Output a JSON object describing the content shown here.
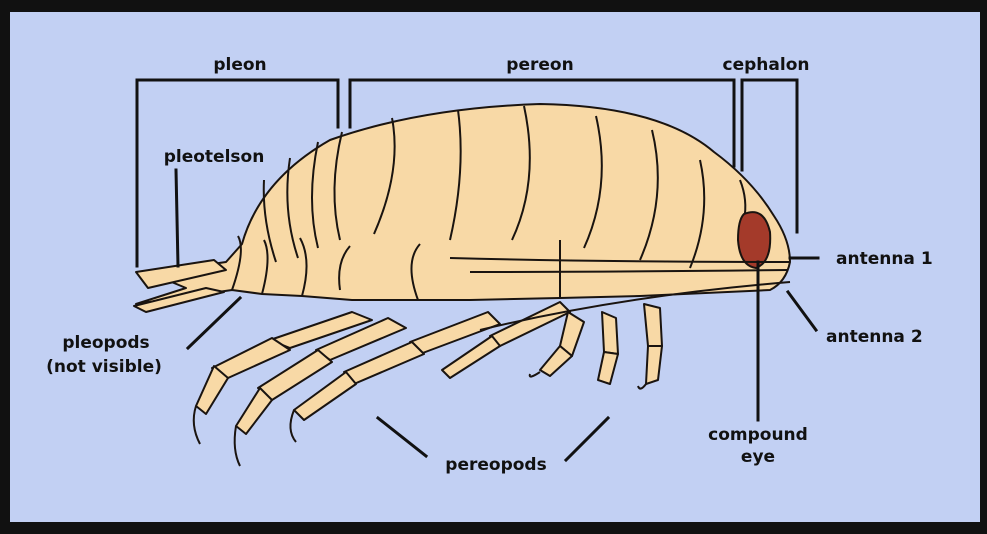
{
  "colors": {
    "background": "#c2d0f3",
    "frame": "#111111",
    "body": "#f8d9a6",
    "outline": "#1a1410",
    "eye": "#a43a2a"
  },
  "labels": {
    "pleon": "pleon",
    "pereon": "pereon",
    "cephalon": "cephalon",
    "pleotelson": "pleotelson",
    "antenna_1": "antenna 1",
    "antenna_2": "antenna 2",
    "pleopods_line1": "pleopods",
    "pleopods_line2": "(not visible)",
    "pereopods": "pereopods",
    "compound_line1": "compound",
    "compound_line2": "eye"
  }
}
